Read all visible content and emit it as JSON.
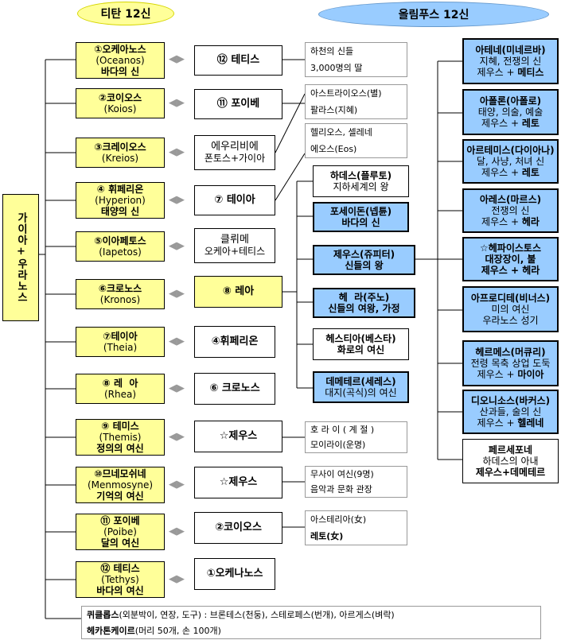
{
  "headers": {
    "titan": "티탄 12신",
    "olympus": "올림푸스 12신"
  },
  "root": "가이아+우라노스",
  "titans": [
    {
      "l1": "①오케아노스",
      "l2": "(Oceanos)",
      "l3": "바다의 신"
    },
    {
      "l1": "②코이오스",
      "l2": "(Koios)",
      "l3": ""
    },
    {
      "l1": "③크레이오스",
      "l2": "(Kreios)",
      "l3": ""
    },
    {
      "l1": "④ 휘페리온",
      "l2": "(Hyperion)",
      "l3": "태양의 신"
    },
    {
      "l1": "⑤이아페토스",
      "l2": "(Iapetos)",
      "l3": ""
    },
    {
      "l1": "⑥크로노스",
      "l2": "(Kronos)",
      "l3": ""
    },
    {
      "l1": "⑦테이아",
      "l2": "(Theia)",
      "l3": ""
    },
    {
      "l1": "⑧ 레  아",
      "l2": "(Rhea)",
      "l3": ""
    },
    {
      "l1": "⑨ 테미스",
      "l2": "(Themis)",
      "l3": "정의의 여신"
    },
    {
      "l1": "⑩므네모쉬네",
      "l2": "(Menmosyne)",
      "l3": "기억의 여신"
    },
    {
      "l1": "⑪ 포이베",
      "l2": "(Poibe)",
      "l3": "달의 여신"
    },
    {
      "l1": "⑫ 테티스",
      "l2": "(Tethys)",
      "l3": "바다의 여신"
    }
  ],
  "spouses": [
    {
      "l1": "⑫ 테티스",
      "l2": ""
    },
    {
      "l1": "⑪ 포이베",
      "l2": ""
    },
    {
      "l1": "에우리비에",
      "l2": "폰토스+가이아"
    },
    {
      "l1": "⑦ 테이아",
      "l2": ""
    },
    {
      "l1": "클뤼메",
      "l2": "오케아+테티스"
    },
    {
      "l1": "⑧ 레아",
      "l2": ""
    },
    {
      "l1": "④휘페리온",
      "l2": ""
    },
    {
      "l1": "⑥ 크로노스",
      "l2": ""
    },
    {
      "l1": "☆제우스",
      "l2": ""
    },
    {
      "l1": "☆제우스",
      "l2": ""
    },
    {
      "l1": "②코이오스",
      "l2": ""
    },
    {
      "l1": "①오케나노스",
      "l2": ""
    }
  ],
  "children": [
    {
      "l1": "하천의 신들",
      "l2": "3,000명의 딸"
    },
    {
      "l1": "아스트라이오스(별)",
      "l2": "팔라스(지혜)"
    },
    {
      "l1": "헬리오스, 셀레네",
      "l2": "에오스(Eos)"
    },
    {
      "l1": "호 라 이 ( 계 절 )",
      "l2": "모이라이(운명)"
    },
    {
      "l1": "무사이 여신(9명)",
      "l2": "음악과 문화 관장"
    },
    {
      "l1": "아스테리아(女)",
      "l2": "레토(女)"
    }
  ],
  "kronos_children": [
    {
      "l1": "하데스(플루토)",
      "l2": "지하세계의 왕"
    },
    {
      "l1": "포세이돈(넵튠)",
      "l2": "바다의 신"
    },
    {
      "l1": "제우스(쥬피터)",
      "l2": "신들의 왕"
    },
    {
      "l1": "헤  라(주노)",
      "l2": "신들의 여왕, 가정"
    },
    {
      "l1": "헤스티아(베스타)",
      "l2": "화로의 여신"
    },
    {
      "l1": "데메테르(세레스)",
      "l2": "대지(곡식)의 여신"
    }
  ],
  "olympians": [
    {
      "l1": "아테네(미네르바)",
      "l2": "지혜, 전쟁의 신",
      "l3a": "제우스 + ",
      "l3b": "메티스"
    },
    {
      "l1": "아폴론(아폴로)",
      "l2": "태양, 의술, 예술",
      "l3a": "제우스 + ",
      "l3b": "레토"
    },
    {
      "l1": "아르테미스(다이아나)",
      "l2": "달, 사냥, 처녀 신",
      "l3a": "제우스 + ",
      "l3b": "레토"
    },
    {
      "l1": "아레스(마르스)",
      "l2": "전쟁의 신",
      "l3a": "제우스 + ",
      "l3b": "헤라"
    },
    {
      "l1": "☆헤파이스토스",
      "l2": "대장장이, 불",
      "l3a": "제우스 + ",
      "l3b": "헤라"
    },
    {
      "l1": "아프로디테(비너스)",
      "l2": "미의 여신",
      "l3a": "우라노스 성기",
      "l3b": ""
    },
    {
      "l1": "헤르메스(머큐리)",
      "l2": "전령 목축 상업 도둑",
      "l3a": "제우스 + ",
      "l3b": "마이아"
    },
    {
      "l1": "디오니소스(바커스)",
      "l2": "산과들, 술의 신",
      "l3a": "제우스 + ",
      "l3b": "헬레네"
    },
    {
      "l1": "페르세포네",
      "l2": "하데스의 아내",
      "l3a": "제우스+데메테르",
      "l3b": ""
    }
  ],
  "footer": {
    "line1a": "퀴클롭스",
    "line1b": "(외분박이, 연장, 도구) : 브론테스(천둥), 스테로페스(번개), 아르게스(벼락)",
    "line2a": "헤카톤케이르",
    "line2b": "(머리 50개, 손 100개)"
  },
  "arrow_glyph": "◀▶"
}
